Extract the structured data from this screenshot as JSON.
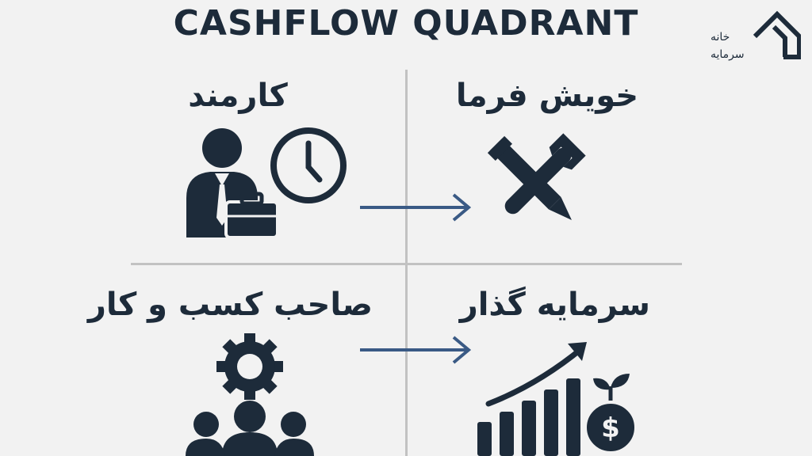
{
  "title": "CASHFLOW QUADRANT",
  "logo": {
    "line1": "خانه",
    "line2": "سرمایه"
  },
  "quadrants": [
    {
      "label": "کارمند",
      "icon": "employee-briefcase-clock-icon"
    },
    {
      "label": "خویش فرما",
      "icon": "wrench-pen-tools-icon"
    },
    {
      "label": "صاحب کسب و کار",
      "icon": "gear-team-icon"
    },
    {
      "label": "سرمایه گذار",
      "icon": "growth-chart-money-icon"
    }
  ],
  "colors": {
    "text": "#1d2b3a",
    "icon": "#1d2b3a",
    "arrow": "#3a5a85",
    "divider": "#c2c2c2",
    "background": "#f2f2f2"
  }
}
